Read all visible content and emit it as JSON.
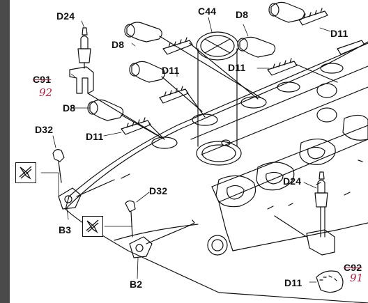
{
  "labels": {
    "c44": "C44",
    "d8_top": "D8",
    "d11_top_right": "D11",
    "d24_top": "D24",
    "d8_left_top": "D8",
    "d11_mid": "D11",
    "d11_center": "D11",
    "c91": "C91",
    "c91_hand": "92",
    "d8_left_mid": "D8",
    "d32_left": "D32",
    "d11_left": "D11",
    "d24_right": "D24",
    "d32_bottom": "D32",
    "b3": "B3",
    "b2": "B2",
    "c92": "C92",
    "c92_hand": "91",
    "d11_bottom": "D11"
  },
  "icons": {
    "tool_icon_left": "no-glue-icon",
    "tool_icon_bottom": "no-glue-icon"
  },
  "colors": {
    "line": "#111111",
    "hand_annotation": "#c0183a",
    "frame": "#4a4a4a"
  }
}
